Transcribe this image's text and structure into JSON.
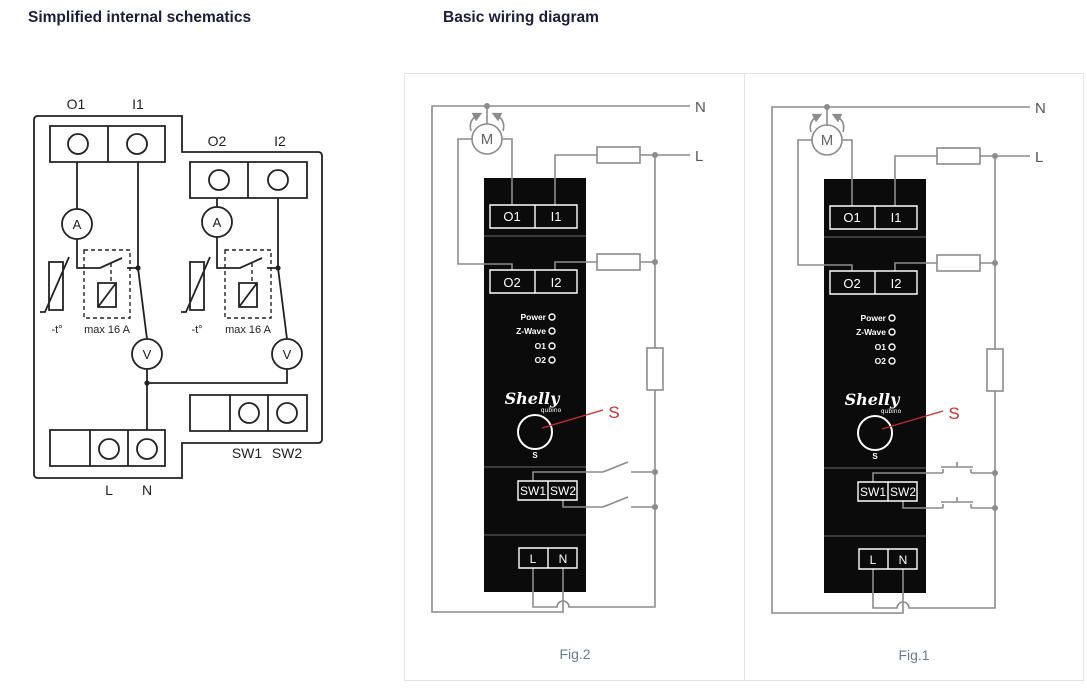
{
  "headings": {
    "schematics": "Simplified internal schematics",
    "wiring": "Basic wiring diagram"
  },
  "schematic": {
    "channels": [
      {
        "output": "O1",
        "input": "I1",
        "ammeter": "A",
        "thermal": "-t°",
        "relay": "max 16 A",
        "voltmeter": "V"
      },
      {
        "output": "O2",
        "input": "I2",
        "ammeter": "A",
        "thermal": "-t°",
        "relay": "max 16 A",
        "voltmeter": "V"
      }
    ],
    "power_terminals": {
      "line": "L",
      "neutral": "N"
    },
    "switch_terminals": {
      "sw1": "SW1",
      "sw2": "SW2"
    }
  },
  "figures": [
    {
      "caption": "Fig.2",
      "supply": {
        "neutral": "N",
        "line": "L"
      },
      "motor": "M",
      "terminals": {
        "o1": "O1",
        "i1": "I1",
        "o2": "O2",
        "i2": "I2",
        "sw1": "SW1",
        "sw2": "SW2",
        "line": "L",
        "neutral": "N"
      },
      "leds": [
        "Power",
        "Z-Wave",
        "O1",
        "O2"
      ],
      "brand": "Shelly",
      "brand_sub": "qubino",
      "button_label": "S",
      "callout": "S",
      "icons": {
        "motor": "motor-icon",
        "fuse": "fuse-icon",
        "switch": "toggle-switch-icon"
      }
    },
    {
      "caption": "Fig.1",
      "supply": {
        "neutral": "N",
        "line": "L"
      },
      "motor": "M",
      "terminals": {
        "o1": "O1",
        "i1": "I1",
        "o2": "O2",
        "i2": "I2",
        "sw1": "SW1",
        "sw2": "SW2",
        "line": "L",
        "neutral": "N"
      },
      "leds": [
        "Power",
        "Z-Wave",
        "O1",
        "O2"
      ],
      "brand": "Shelly",
      "brand_sub": "qubino",
      "button_label": "S",
      "callout": "S",
      "icons": {
        "motor": "motor-icon",
        "fuse": "fuse-icon",
        "switch": "push-button-icon"
      }
    }
  ],
  "colors": {
    "heading": "#1b1d3d",
    "schematic_stroke": "#222222",
    "wire": "#8c8c8c",
    "device": "#0b0b0b",
    "device_line": "#ffffff",
    "device_divider": "#4a4a4a",
    "callout": "#c62f2f",
    "caption": "#6b7b8f",
    "panel_border": "#e3e3e3",
    "supply_label": "#555555"
  }
}
